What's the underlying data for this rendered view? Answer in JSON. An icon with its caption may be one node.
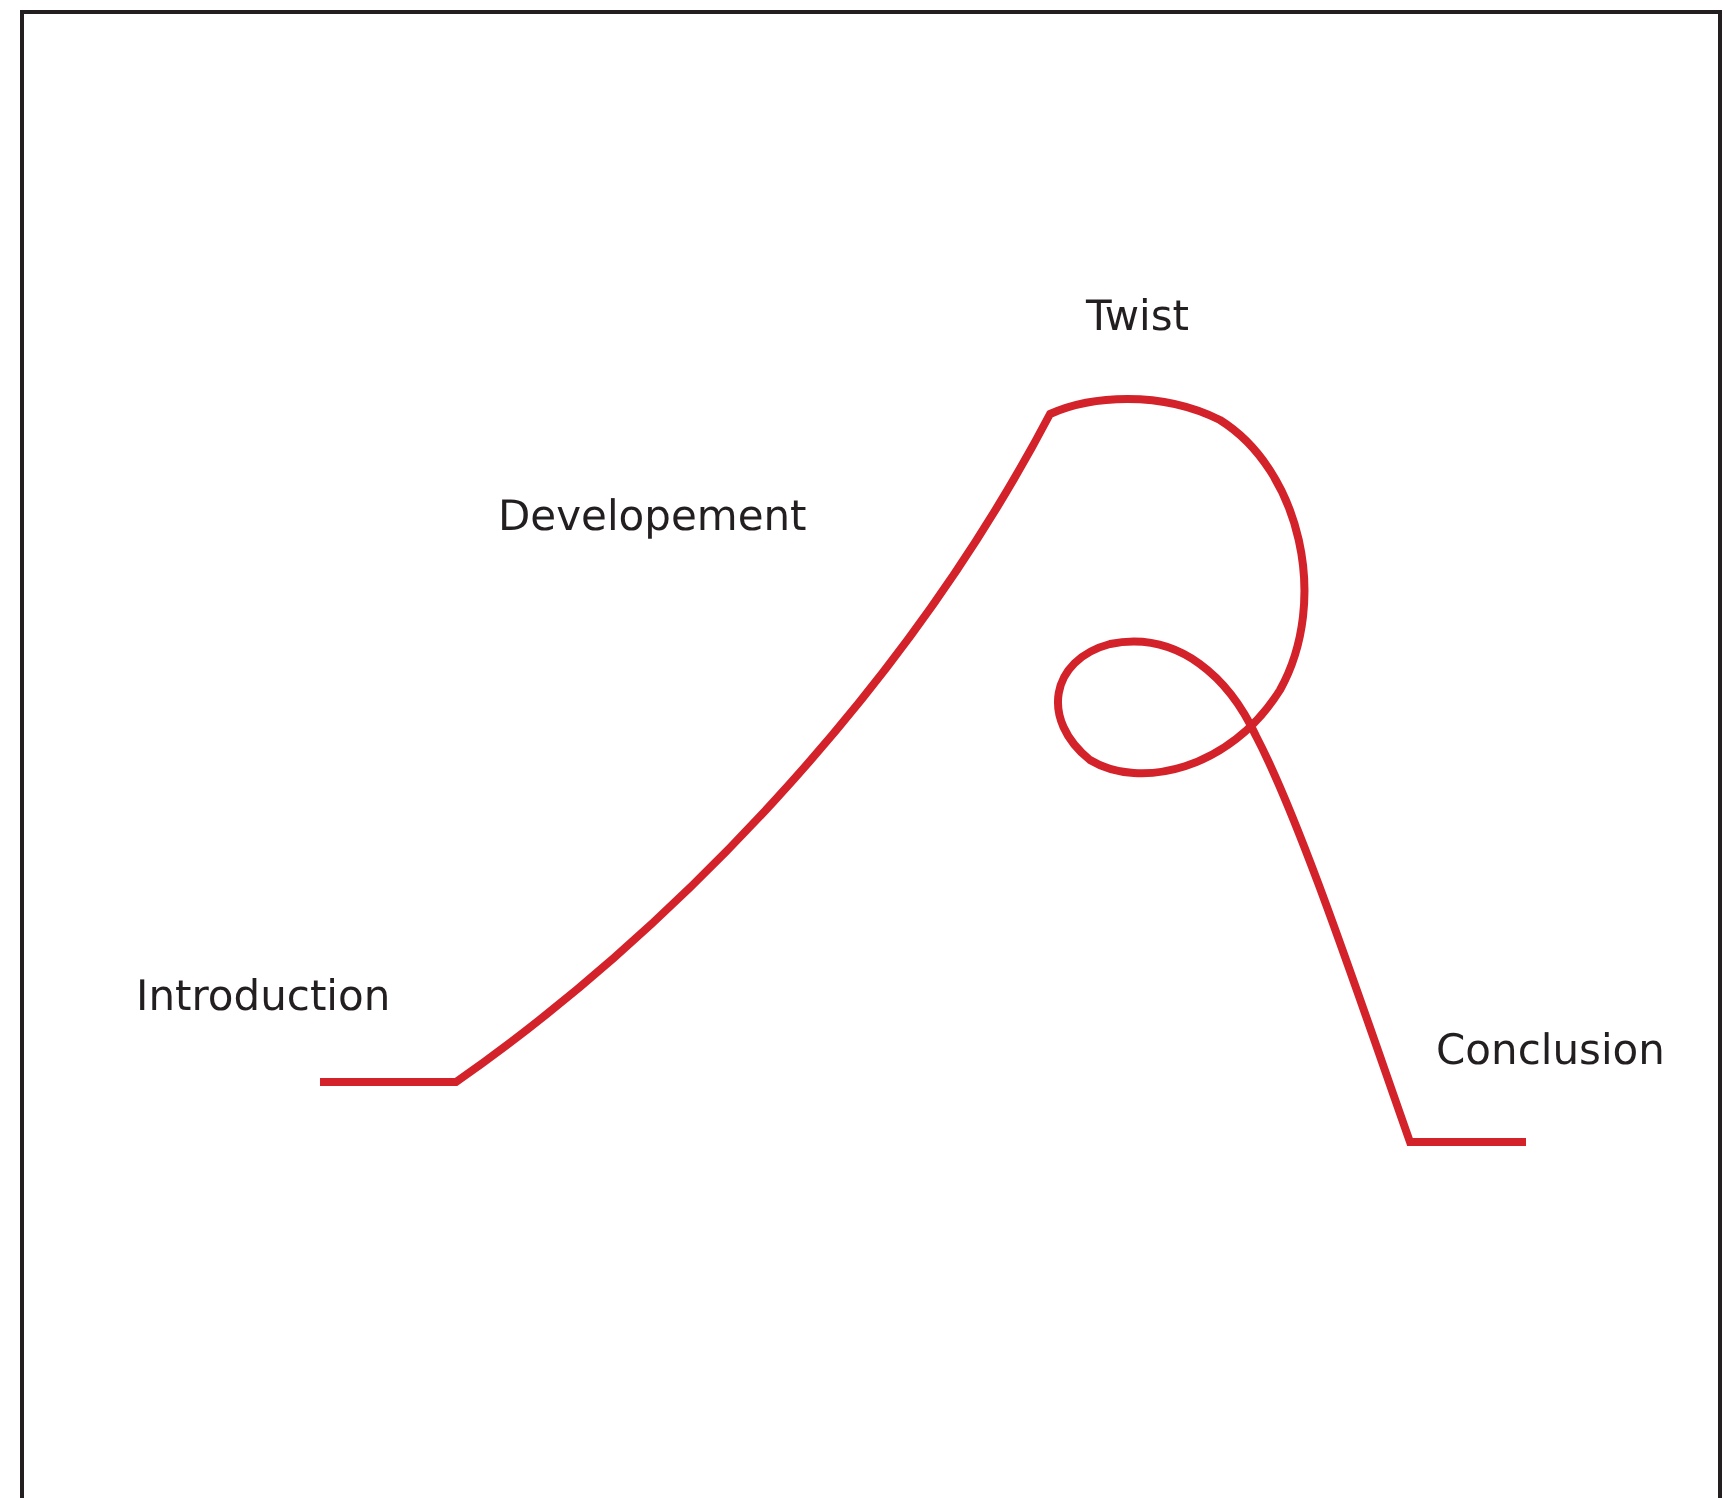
{
  "diagram": {
    "labels": [
      "Twist",
      "Developement",
      "Introduction",
      "Conclusion"
    ]
  }
}
